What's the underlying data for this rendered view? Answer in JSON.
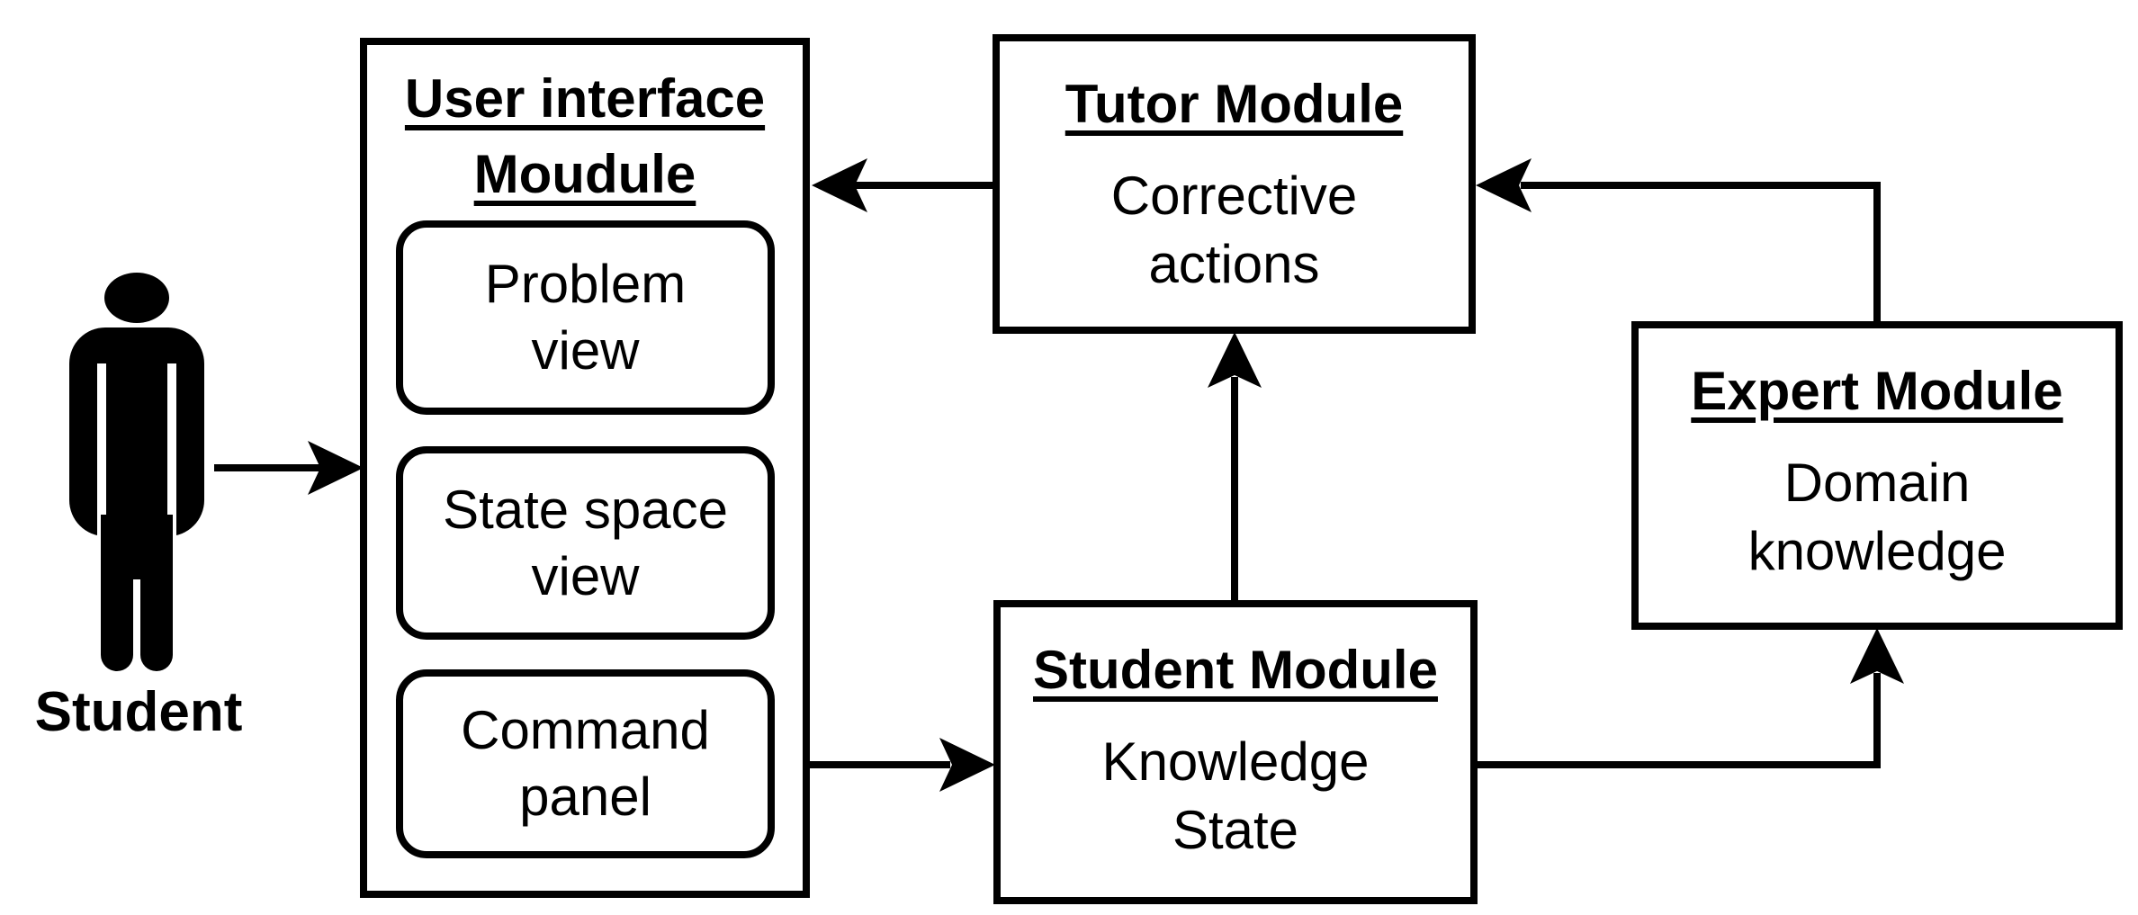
{
  "student_actor": {
    "label": "Student"
  },
  "modules": {
    "ui": {
      "title_lines": [
        "User interface",
        "Moudule"
      ],
      "components": [
        {
          "lines": [
            "Problem",
            "view"
          ]
        },
        {
          "lines": [
            "State space",
            "view"
          ]
        },
        {
          "lines": [
            "Command",
            "panel"
          ]
        }
      ]
    },
    "tutor": {
      "title": "Tutor Module",
      "body_lines": [
        "Corrective",
        "actions"
      ]
    },
    "student": {
      "title": "Student Module",
      "body_lines": [
        "Knowledge",
        "State"
      ]
    },
    "expert": {
      "title": "Expert Module",
      "body_lines": [
        "Domain",
        "knowledge"
      ]
    }
  },
  "colors": {
    "line": "#000000",
    "background": "#ffffff",
    "box_fill": "#ffffff"
  }
}
